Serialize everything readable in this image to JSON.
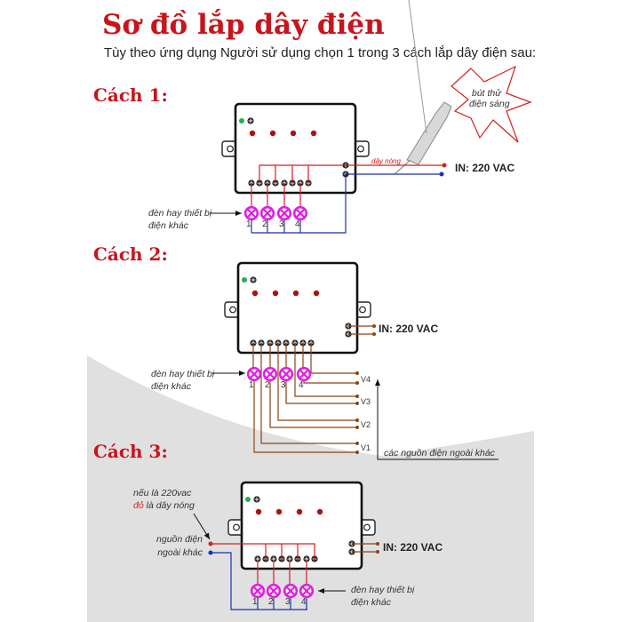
{
  "title": "Sơ đồ lắp dây điện",
  "subtitle": "Tùy theo ứng dụng Người sử dụng chọn 1 trong 3 cách lắp dây điện sau:",
  "colors": {
    "title": "#c8141c",
    "hot_wire": "#d42020",
    "neutral_wire": "#1a2fb0",
    "brown_wire": "#8b4513",
    "lamp": "#e020e0",
    "background_band": "#e0e0e0"
  },
  "method1": {
    "heading": "Cách 1:",
    "tester_callout": [
      "bút thử",
      "điện sáng"
    ],
    "hot_wire_label": "dây nóng",
    "input_label": "IN: 220 VAC",
    "device_label": [
      "đèn hay thiết bị",
      "điện khác"
    ],
    "lamp_numbers": [
      "1",
      "2",
      "3",
      "4"
    ]
  },
  "method2": {
    "heading": "Cách 2:",
    "input_label": "IN: 220 VAC",
    "device_label": [
      "đèn hay thiết bị",
      "điện khác"
    ],
    "lamp_numbers": [
      "1",
      "2",
      "3",
      "4"
    ],
    "sources": [
      "V4",
      "V3",
      "V2",
      "V1"
    ],
    "sources_label": "các nguồn điện ngoài khác"
  },
  "method3": {
    "heading": "Cách 3:",
    "note_line1": "nếu là 220vac",
    "note_red": "đỏ",
    "note_rest": " là dây nóng",
    "source_label": [
      "nguồn điện",
      "ngoài khác"
    ],
    "input_label": "IN: 220 VAC",
    "device_label": [
      "đèn hay thiết bị",
      "điện khác"
    ],
    "lamp_numbers": [
      "1",
      "2",
      "3",
      "4"
    ]
  }
}
